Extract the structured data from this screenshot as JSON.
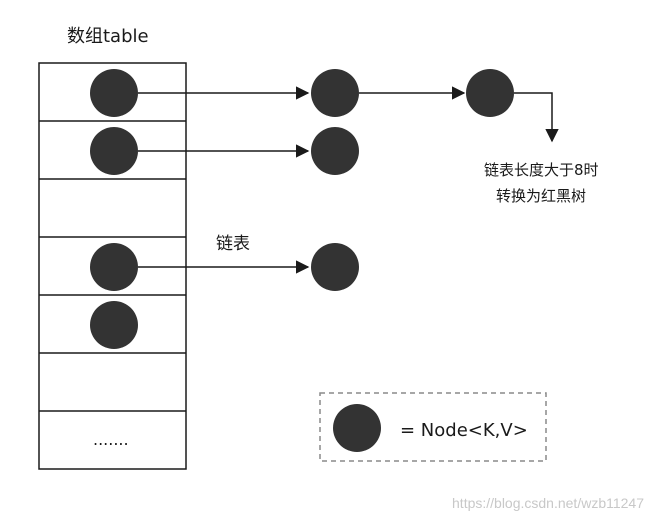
{
  "table": {
    "title": "数组table",
    "ellipsis": "......."
  },
  "annotations": {
    "linked_list": "链表",
    "treeify_line1": "链表长度大于8时",
    "treeify_line2": "转换为红黑树"
  },
  "legend": {
    "label": "= Node<K,V>"
  },
  "watermark": "https://blog.csdn.net/wzb11247",
  "colors": {
    "node_fill": "#333333",
    "line": "#1a1a1a",
    "legend_border": "#8a8a8a",
    "watermark": "#c8c8c8"
  }
}
